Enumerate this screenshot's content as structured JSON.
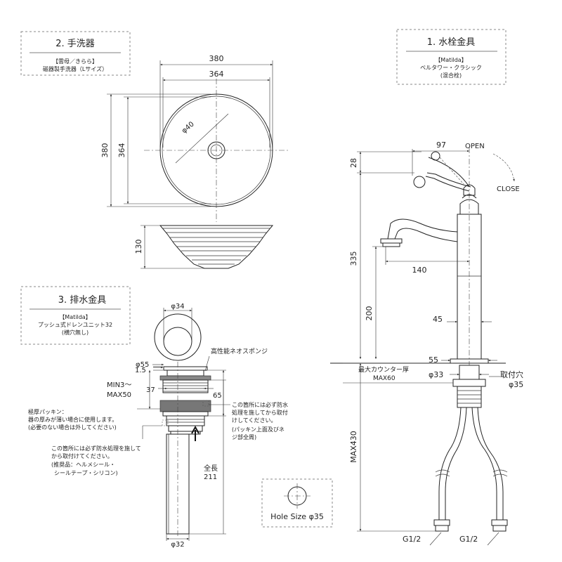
{
  "sink": {
    "title": "2. 手洗器",
    "subtitle1": "【雲母／きらら】",
    "subtitle2": "磁器製手洗器（Lサイズ）",
    "dim_outer_w": "380",
    "dim_inner_w": "364",
    "dim_outer_h": "380",
    "dim_inner_h": "364",
    "dim_hole": "φ40",
    "dim_height": "130"
  },
  "faucet": {
    "title": "1. 水栓金具",
    "subtitle1": "【Matilda】",
    "subtitle2": "ベルタワー・クラシック",
    "subtitle3": "(混合栓)",
    "dim_97": "97",
    "open_label": "OPEN",
    "close_label": "CLOSE",
    "dim_28": "28",
    "dim_335": "335",
    "dim_140": "140",
    "dim_200": "200",
    "dim_45": "45",
    "dim_55": "55",
    "counter_label1": "最大カウンター厚",
    "counter_label2": "MAX60",
    "dim_33": "φ33",
    "hole_label1": "取付穴",
    "hole_label2": "φ35",
    "dim_max430": "MAX430",
    "g_left": "G1/2",
    "g_right": "G1/2"
  },
  "drain": {
    "title": "3. 排水金具",
    "subtitle1": "【Matilda】",
    "subtitle2": "プッシュ式ドレンユニット32",
    "subtitle3": "(横穴無し)",
    "dim_34": "φ34",
    "sponge_label": "高性能ネオスポンジ",
    "dim_1_5": "1.5",
    "dim_55": "φ55",
    "min_label": "MIN3～",
    "max_label": "MAX50",
    "dim_37": "37",
    "dim_65": "65",
    "note_right1": "この箇所には必ず防水",
    "note_right2": "処理を施してから取付",
    "note_right3": "けしてください。",
    "note_right4": "(パッキン上面及びネ",
    "note_right5": "ジ部全周)",
    "packing1": "極厚パッキン：",
    "packing2": "器の厚みが薄い場合に使用します。",
    "packing3": "(必要のない場合は外してください)",
    "note_left1": "この箇所には必ず防水処理を施して",
    "note_left2": "から取付けてください。",
    "note_left3": "(推奨品：ヘルメシール・",
    "note_left4": "シールテープ・シリコン)",
    "total_label": "全長",
    "total_value": "211",
    "dim_32": "φ32"
  },
  "hole": {
    "label": "Hole Size φ35"
  }
}
